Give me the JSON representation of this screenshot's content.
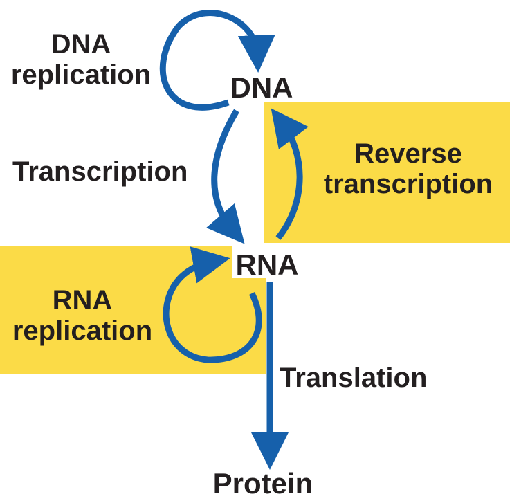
{
  "colors": {
    "highlight": "#fbdb47",
    "arrow": "#1660ab",
    "text": "#231f20"
  },
  "nodes": {
    "dna": "DNA",
    "rna": "RNA",
    "protein": "Protein"
  },
  "processes": {
    "dna_replication": [
      "DNA",
      "replication"
    ],
    "transcription": "Transcription",
    "reverse_transcription": [
      "Reverse",
      "transcription"
    ],
    "rna_replication": [
      "RNA",
      "replication"
    ],
    "translation": "Translation"
  }
}
